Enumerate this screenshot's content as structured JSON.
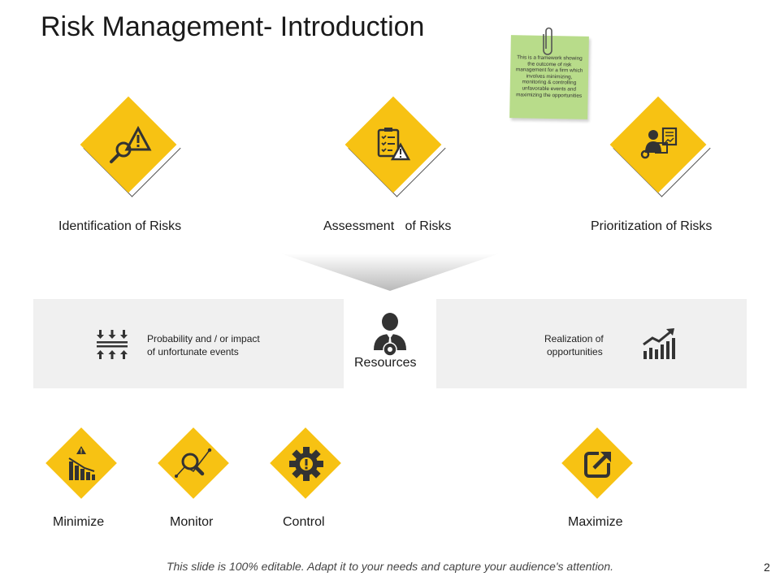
{
  "slide": {
    "title": "Risk Management- Introduction",
    "note": "This is a framework showing the outcome of risk management for a firm which involves minimizing, monitoring & controlling unfavorable events and maximizing the opportunities",
    "top_items": [
      {
        "label": "Identification of Risks",
        "icon": "search-warning-icon"
      },
      {
        "label": "Assessment   of Risks",
        "icon": "checklist-warning-icon"
      },
      {
        "label": "Prioritization of Risks",
        "icon": "person-chart-icon"
      }
    ],
    "left_box": {
      "text_line1": "Probability and / or impact",
      "text_line2": "of unfortunate events",
      "icon": "compress-arrows-icon"
    },
    "center": {
      "label": "Resources",
      "icon": "businessman-gear-icon"
    },
    "right_box": {
      "text_line1": "Realization of",
      "text_line2": "opportunities",
      "icon": "growth-chart-icon"
    },
    "bottom_items": [
      {
        "label": "Minimize",
        "icon": "declining-chart-warning-icon"
      },
      {
        "label": "Monitor",
        "icon": "magnifier-graph-icon"
      },
      {
        "label": "Control",
        "icon": "gear-warning-icon"
      },
      {
        "label": "Maximize",
        "icon": "expand-arrow-icon"
      }
    ],
    "footer": "This slide is 100% editable. Adapt it to your needs and capture your audience's attention.",
    "page_number": "2",
    "colors": {
      "accent": "#f7c213",
      "note": "#b8dc8a",
      "box": "#f0f0f0",
      "icon": "#333333"
    }
  }
}
